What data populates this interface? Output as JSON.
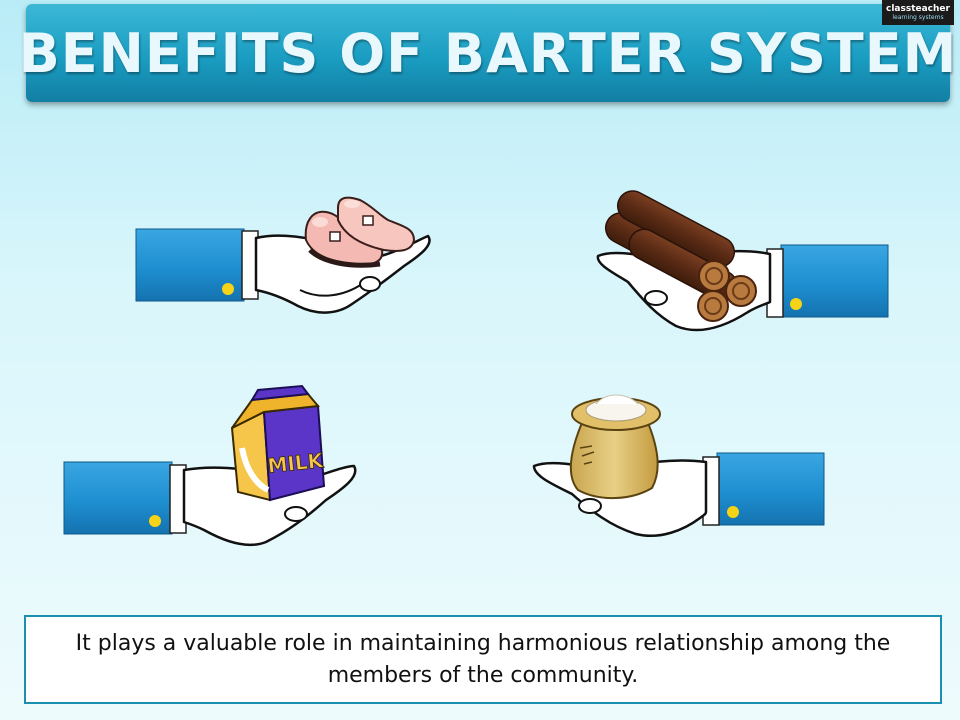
{
  "title": "BENEFITS OF BARTER SYSTEM",
  "logo": {
    "line1": "classteacher",
    "line2": "learning systems"
  },
  "illustration": {
    "items": [
      {
        "name": "shoes"
      },
      {
        "name": "logs"
      },
      {
        "name": "milk-carton",
        "label": "MILK"
      },
      {
        "name": "grain-sack"
      }
    ]
  },
  "caption": "It plays a valuable role in maintaining harmonious relationship among the members of the community.",
  "colors": {
    "background": "#d9f6fb",
    "banner": "#1a9dc2",
    "title_text": "#e9f8fc",
    "sleeve": "#1e8fd0",
    "cuff_button": "#f5d316",
    "caption_border": "#1a8fb0"
  }
}
